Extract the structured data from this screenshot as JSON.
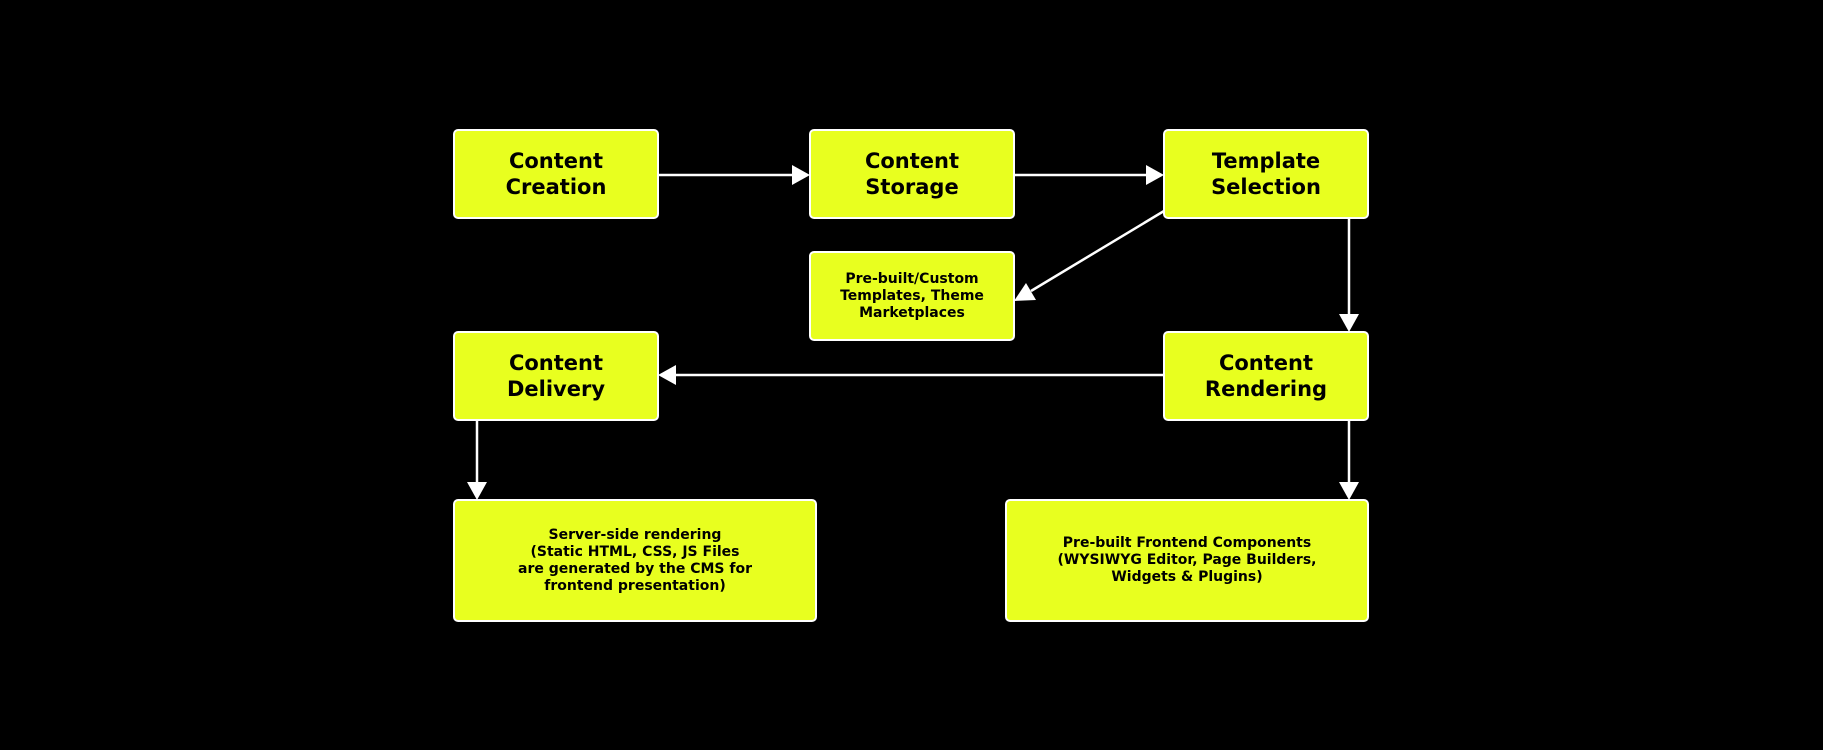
{
  "colors": {
    "background": "#000000",
    "node_fill": "#e8ff1f",
    "node_border": "#ffffff",
    "node_text": "#000000",
    "edge": "#ffffff"
  },
  "nodes": {
    "content_creation": {
      "label": "Content\nCreation"
    },
    "content_storage": {
      "label": "Content\nStorage"
    },
    "template_selection": {
      "label": "Template\nSelection"
    },
    "templates_marketplaces": {
      "label": "Pre-built/Custom\nTemplates, Theme\nMarketplaces"
    },
    "content_delivery": {
      "label": "Content\nDelivery"
    },
    "content_rendering": {
      "label": "Content\nRendering"
    },
    "server_side_rendering": {
      "label": "Server-side rendering\n(Static HTML, CSS, JS Files\nare generated by the CMS for\nfrontend presentation)"
    },
    "frontend_components": {
      "label": "Pre-built Frontend Components\n(WYSIWYG Editor, Page Builders,\nWidgets & Plugins)"
    }
  },
  "edges": [
    {
      "from": "content_creation",
      "to": "content_storage"
    },
    {
      "from": "content_storage",
      "to": "template_selection"
    },
    {
      "from": "template_selection",
      "to": "templates_marketplaces"
    },
    {
      "from": "template_selection",
      "to": "content_rendering"
    },
    {
      "from": "content_rendering",
      "to": "content_delivery"
    },
    {
      "from": "content_delivery",
      "to": "server_side_rendering"
    },
    {
      "from": "content_rendering",
      "to": "frontend_components"
    }
  ]
}
